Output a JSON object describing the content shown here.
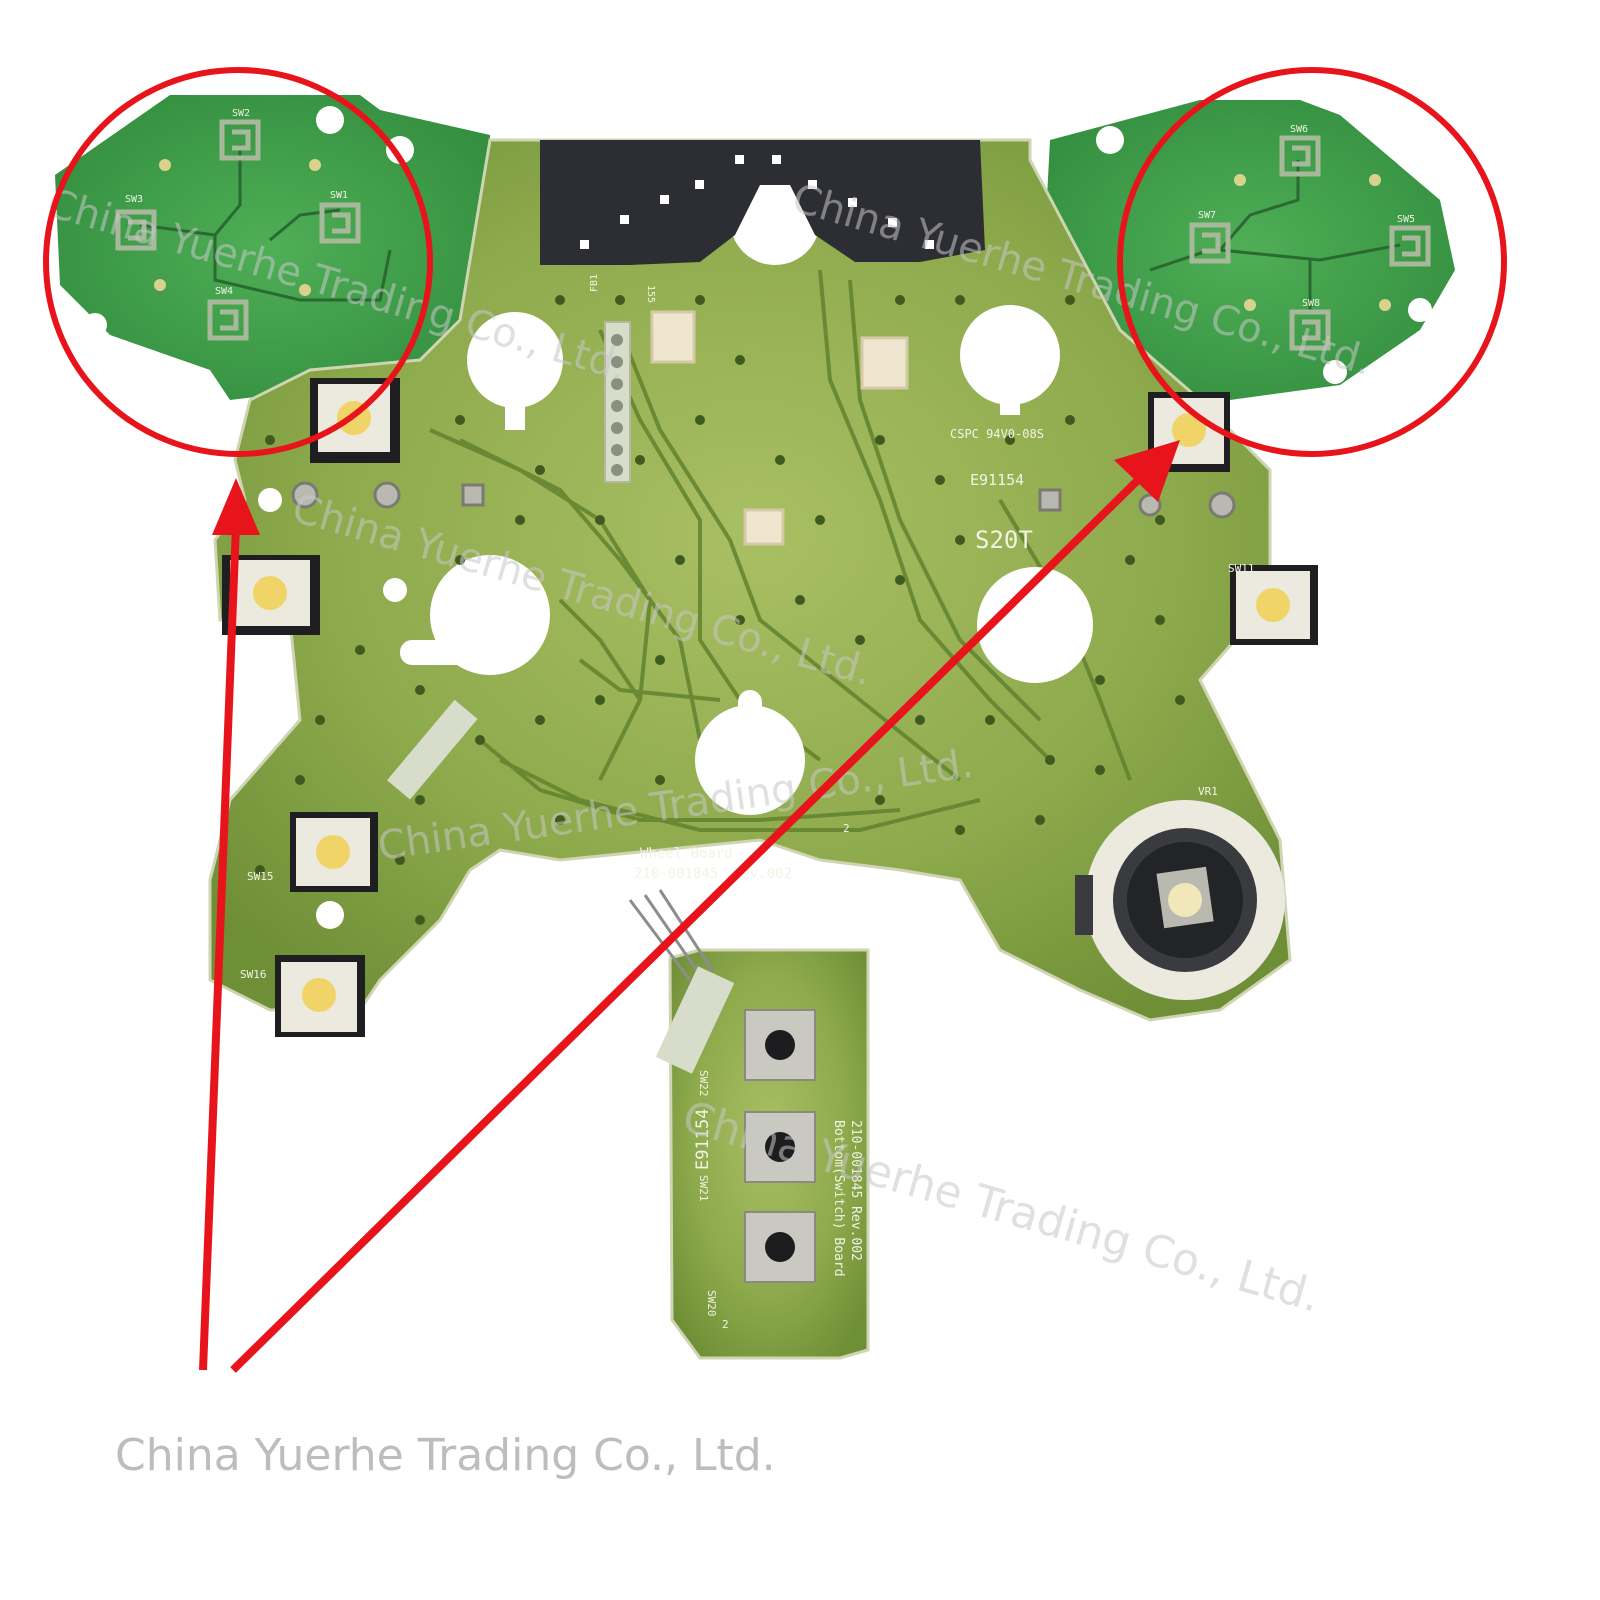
{
  "watermark": "China Yuerhe Trading Co., Ltd.",
  "board": {
    "wheel_label": "Wheel Board",
    "wheel_part": "210-001845",
    "wheel_rev": "Rev.002",
    "csp": "CSPC 94V0-08S",
    "e_code": "E91154",
    "s20t": "S20T",
    "vr1": "VR1",
    "fb1": "FB1",
    "f55": "155",
    "num_2": "2"
  },
  "pads_left": {
    "sw1": "SW1",
    "sw2": "SW2",
    "sw3": "SW3",
    "sw4": "SW4"
  },
  "pads_right": {
    "sw5": "SW5",
    "sw6": "SW6",
    "sw7": "SW7",
    "sw8": "SW8"
  },
  "switches": {
    "sw11": "SW11",
    "sw15": "SW15",
    "sw16": "SW16"
  },
  "sub_board": {
    "title": "Bottom(Switch) Board",
    "part": "210-001845 Rev.002",
    "e_code": "E91154",
    "sw20": "SW20",
    "sw21": "SW21",
    "sw22": "SW22",
    "num_2": "2"
  },
  "colors": {
    "pcb": "#8aa84a",
    "pcb_dark": "#5d7d2e",
    "flex": "#3f9a4a",
    "annotation": "#e8141b"
  }
}
